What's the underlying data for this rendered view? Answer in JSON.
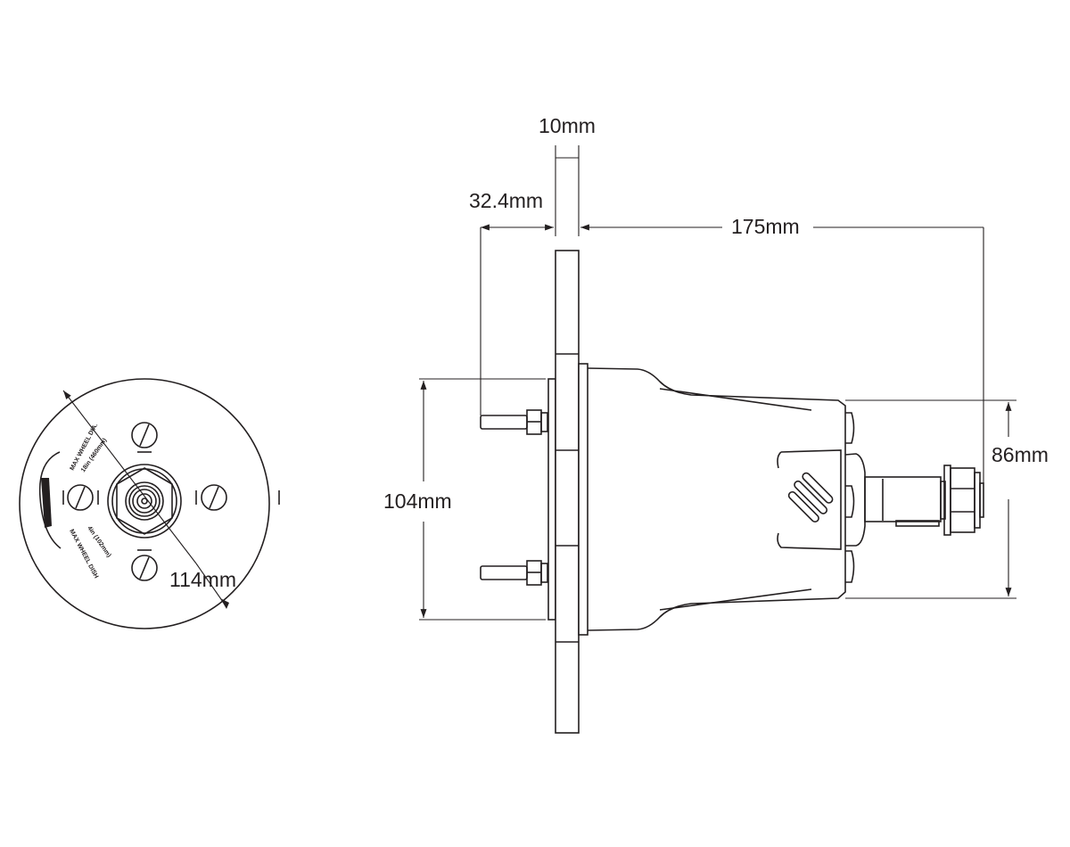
{
  "dimensions": {
    "flange_thickness": "10mm",
    "stud_length": "32.4mm",
    "overall_length": "175mm",
    "flange_height": "104mm",
    "body_height": "86mm",
    "face_diameter": "114mm"
  },
  "face_labels": {
    "upper": "MAX WHEEL DIA.",
    "upper2": "18in (460mm)",
    "lower": "MAX WHEEL DISH",
    "lower2": "4in (102mm)"
  },
  "colors": {
    "line": "#231f20",
    "background": "#ffffff"
  }
}
